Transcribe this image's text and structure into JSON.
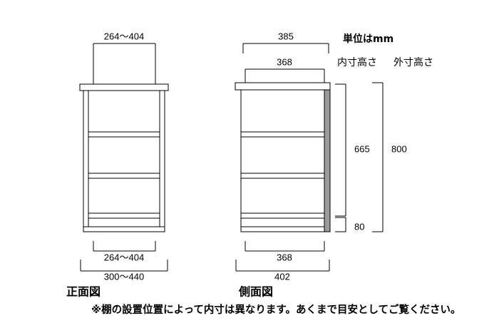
{
  "document": {
    "units_note": "単位はmm",
    "footnote": "※棚の設置位置によって内寸は異なります。あくまで目安としてご覧ください。"
  },
  "front_view": {
    "caption": "正面図",
    "dimensions": {
      "top_inner_width": "264～404",
      "bottom_inner_width": "264～404",
      "bottom_outer_width": "300～440"
    }
  },
  "side_view": {
    "caption": "側面図",
    "dimensions": {
      "top_outer_depth": "385",
      "top_inner_depth": "368",
      "bottom_inner_depth": "368",
      "bottom_outer_depth": "402"
    }
  },
  "height_labels": {
    "inner_height_label": "内寸高さ",
    "outer_height_label": "外寸高さ",
    "inner_height_value": "665",
    "base_height_value": "80",
    "outer_height_value": "800"
  },
  "colors": {
    "line": "#000000",
    "board_edge": "#2b2b2b",
    "back_panel": "#9a9a9a",
    "background": "#ffffff"
  }
}
